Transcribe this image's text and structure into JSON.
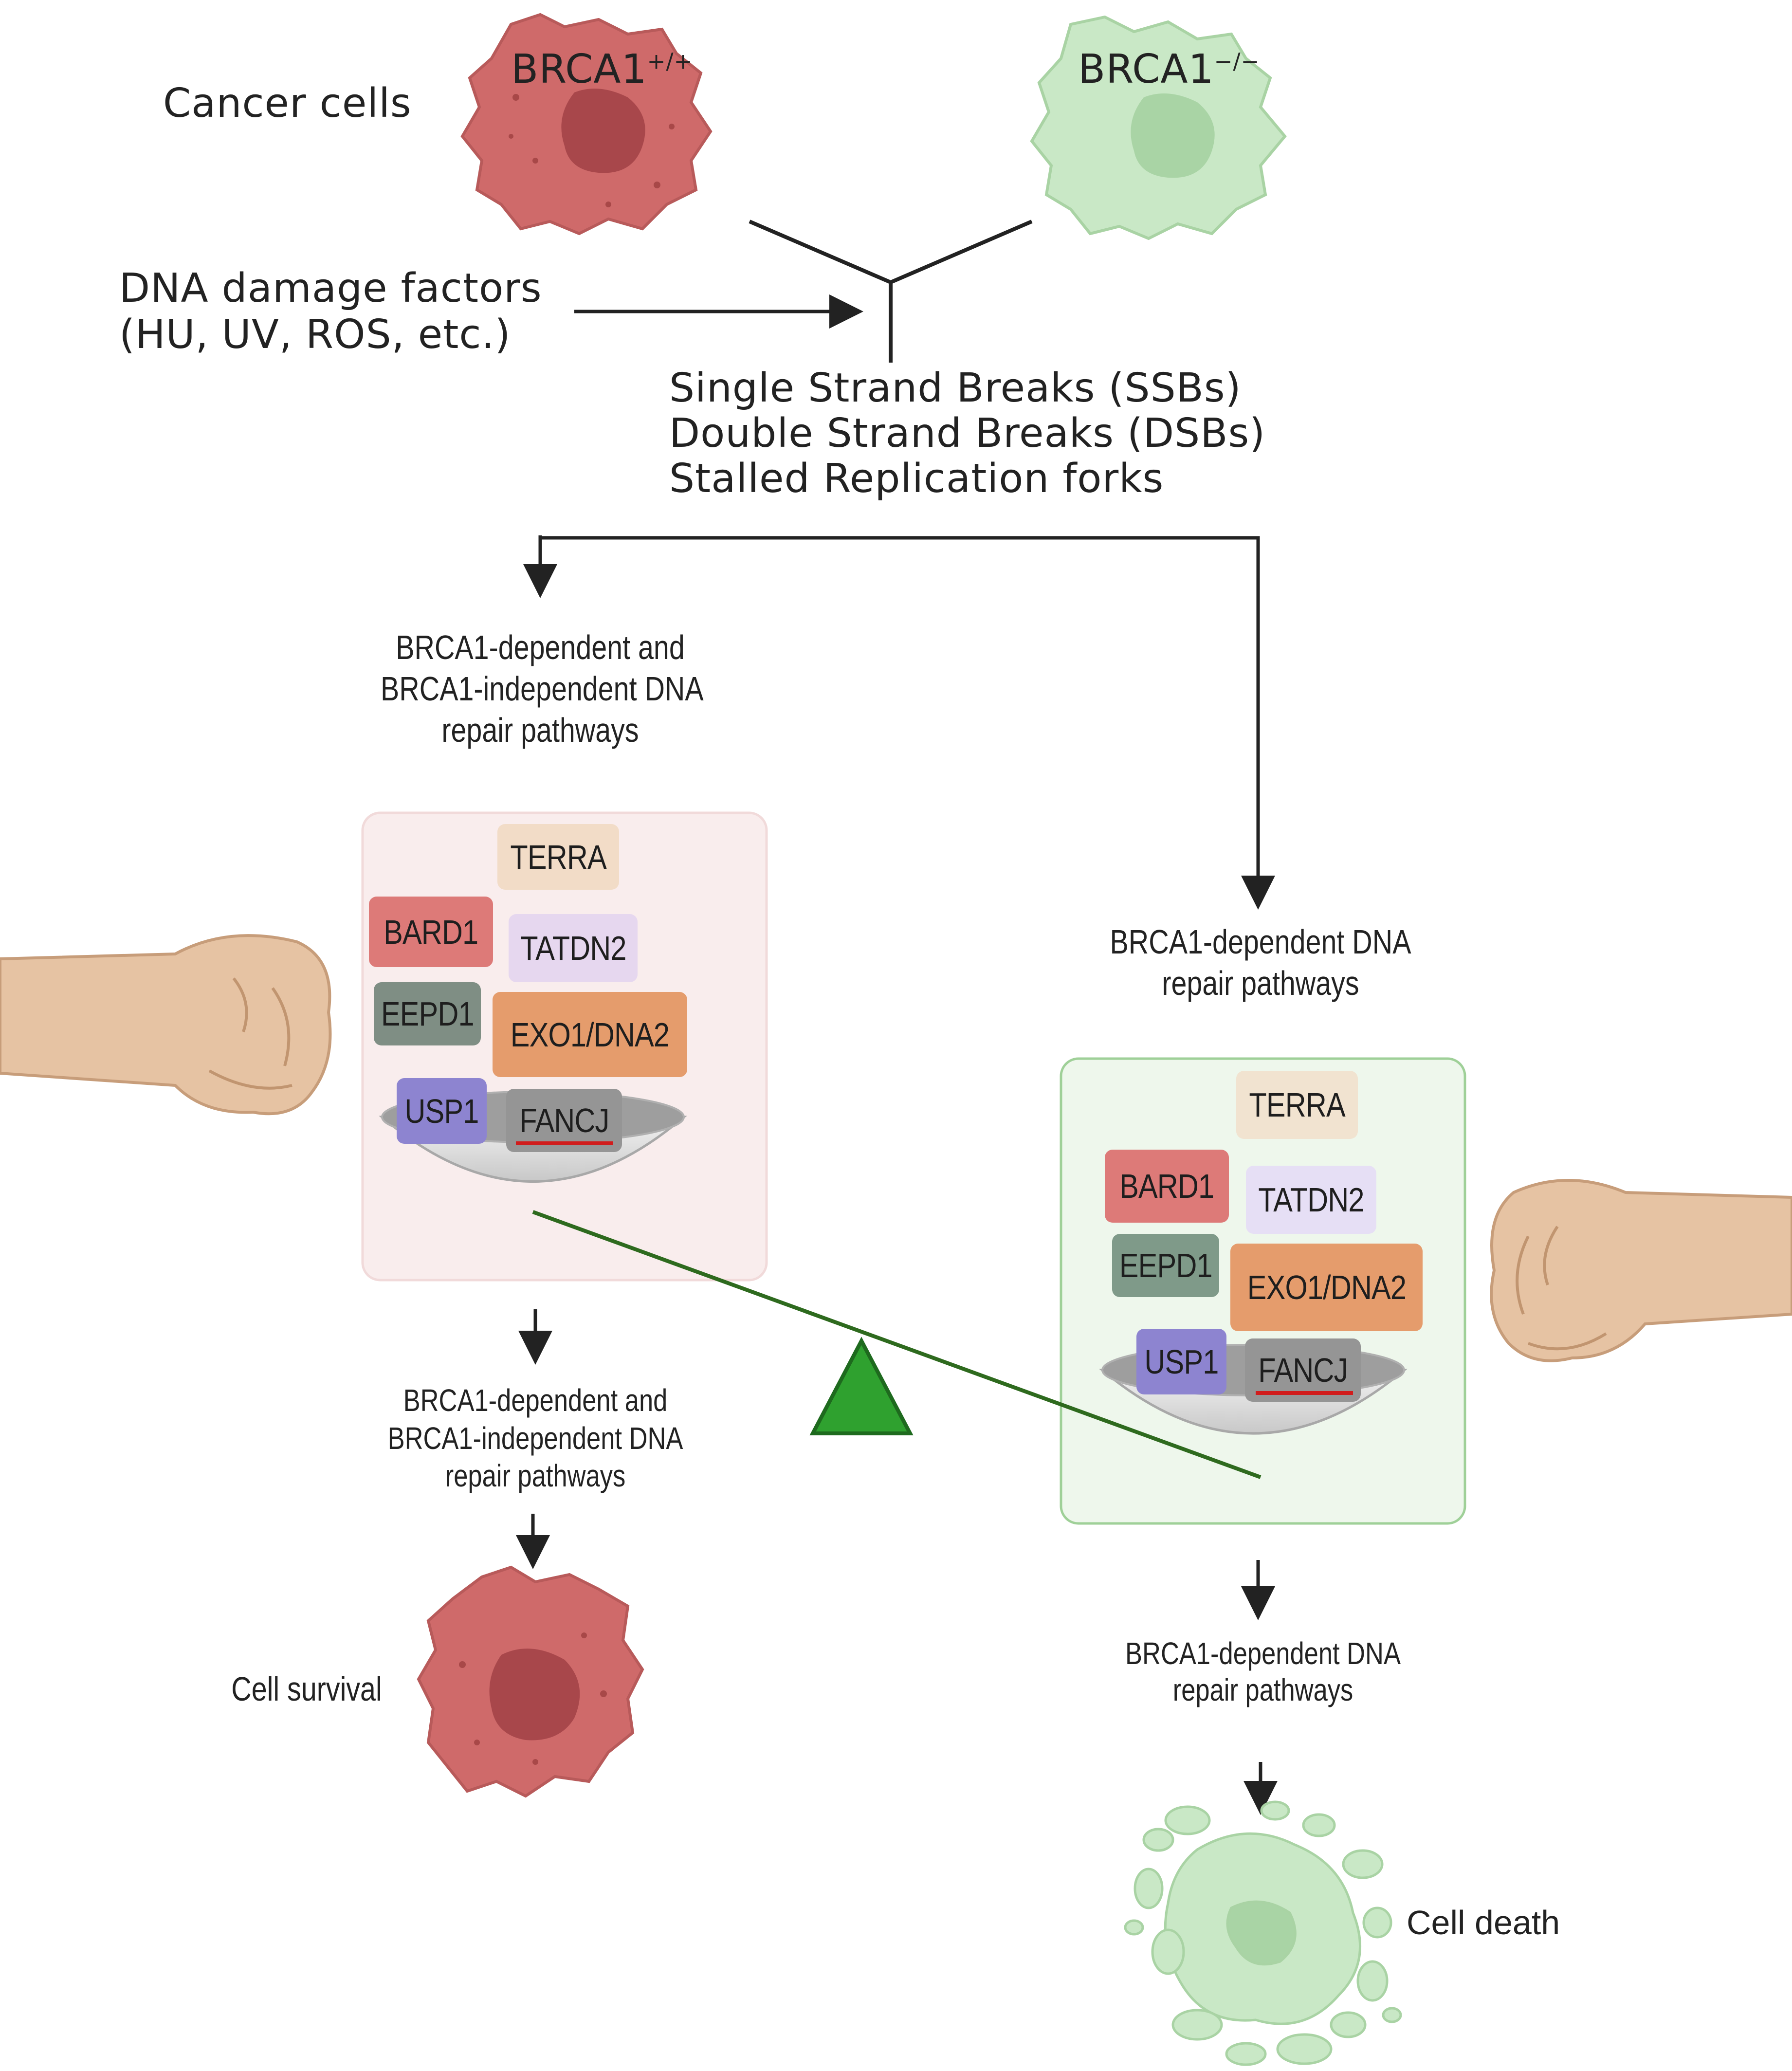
{
  "labels": {
    "cancer_cells": "Cancer cells",
    "brca1_wt": "BRCA1",
    "brca1_wt_sup": "+/+",
    "brca1_ko": "BRCA1",
    "brca1_ko_sup": "−/−",
    "damage_line1": "DNA damage factors",
    "damage_line2": "(HU, UV, ROS, etc.)",
    "breaks_line1": "Single Strand Breaks (SSBs)",
    "breaks_line2": "Double Strand Breaks (DSBs)",
    "breaks_line3": "Stalled Replication forks",
    "left_path_line1": "BRCA1-dependent and",
    "left_path_line2": "BRCA1-independent DNA",
    "left_path_line3": "repair pathways",
    "right_path_line1": "BRCA1-dependent DNA",
    "right_path_line2": "repair pathways",
    "left_path2_line1": "BRCA1-dependent and",
    "left_path2_line2": "BRCA1-independent DNA",
    "left_path2_line3": "repair pathways",
    "right_path2_line1": "BRCA1-dependent DNA",
    "right_path2_line2": "repair pathways",
    "cell_survival": "Cell survival",
    "cell_death": "Cell death"
  },
  "left_box": {
    "terra": "TERRA",
    "bard1": "BARD1",
    "tatdn2": "TATDN2",
    "eepd1": "EEPD1",
    "exo1": "EXO1/DNA2",
    "usp1": "USP1",
    "fancj": "FANCJ"
  },
  "right_box": {
    "terra": "TERRA",
    "bard1": "BARD1",
    "tatdn2": "TATDN2",
    "eepd1": "EEPD1",
    "exo1": "EXO1/DNA2",
    "usp1": "USP1",
    "fancj": "FANCJ"
  },
  "colors": {
    "wt_cell": "#cf6a6a",
    "wt_nucleus": "#a8474b",
    "ko_cell": "#c9e8c6",
    "ko_nucleus": "#a9d4a5",
    "left_box_bg": "#f9eded",
    "right_box_bg": "#eef7ec",
    "right_box_border": "#9fd098",
    "fulcrum": "#2fa12f",
    "beam": "#2e6a1e"
  }
}
